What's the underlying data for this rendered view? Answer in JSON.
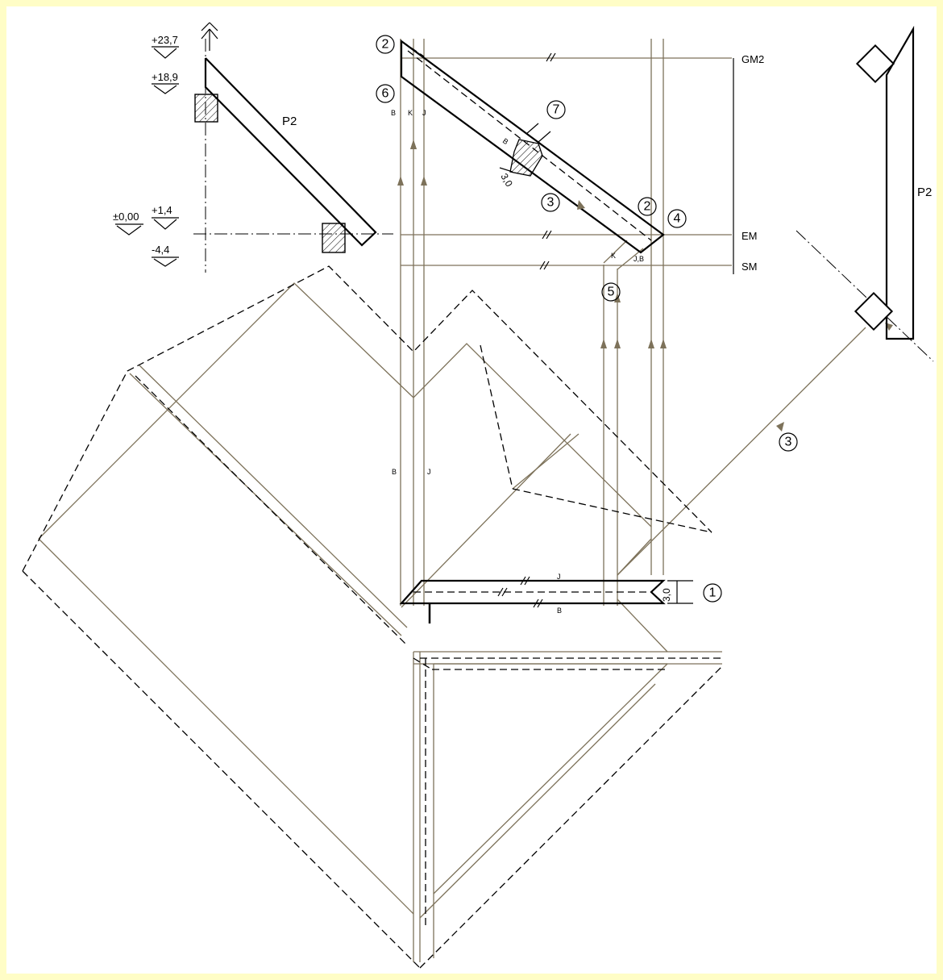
{
  "levels": [
    "+23,7",
    "+18,9",
    "±0,00",
    "+1,4",
    "-4,4"
  ],
  "plane_labels": {
    "gm2": "GM2",
    "em": "EM",
    "sm": "SM"
  },
  "piece_labels": {
    "left": "P2",
    "right": "P2"
  },
  "dimensions": {
    "bottom": "3,0",
    "section": "3,0"
  },
  "point_labels": {
    "b": "B",
    "k": "K",
    "j": "J",
    "jb": "J,B"
  },
  "markers": {
    "m1": "1",
    "m2": "2",
    "m3": "3",
    "m4": "4",
    "m5": "5",
    "m6": "6",
    "m7": "7"
  },
  "colors": {
    "background": "#fffdc6",
    "construction_line": "#7d725a",
    "drawing_line": "#000000"
  }
}
